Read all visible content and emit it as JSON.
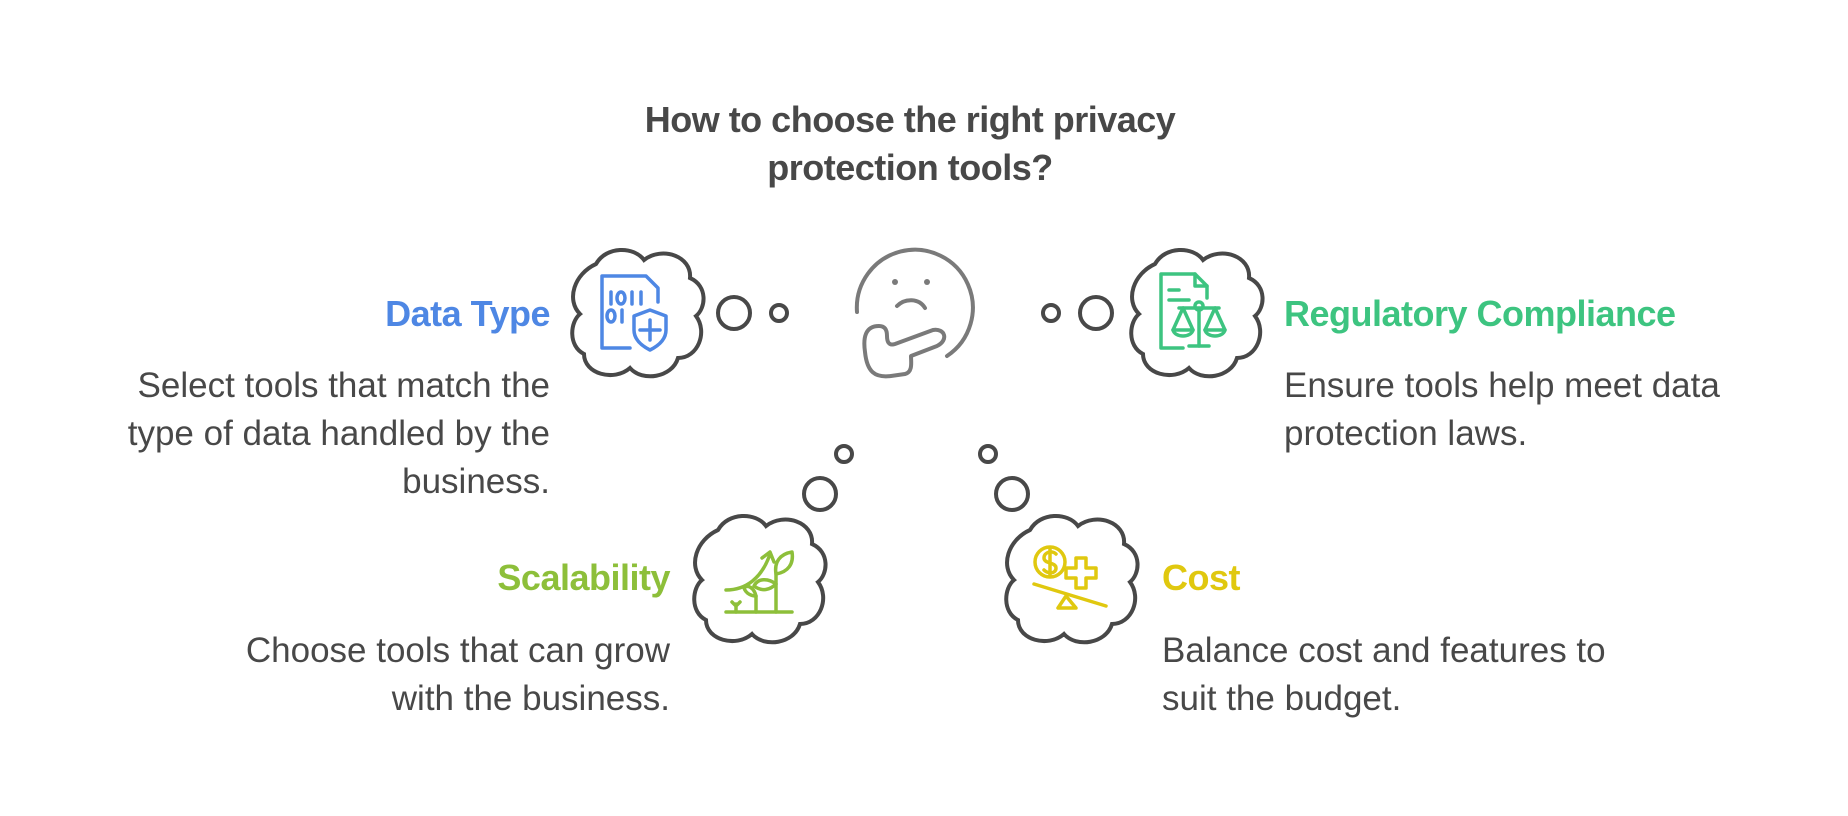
{
  "title": {
    "line1": "How to choose the right privacy",
    "line2": "protection tools?"
  },
  "center_icon": "thinking-face-icon",
  "items": [
    {
      "heading": "Data Type",
      "color": "#4E87E4",
      "icon": "binary-file-shield-icon",
      "description": [
        "Select tools that match the",
        "type of data handled by the",
        "business."
      ]
    },
    {
      "heading": "Regulatory Compliance",
      "color": "#3DC480",
      "icon": "document-scales-icon",
      "description": [
        "Ensure tools help meet data",
        "protection laws."
      ]
    },
    {
      "heading": "Scalability",
      "color": "#8DBF3A",
      "icon": "growing-plant-icon",
      "description": [
        "Choose tools that can grow",
        "with the business."
      ]
    },
    {
      "heading": "Cost",
      "color": "#E0C80F",
      "icon": "coin-seesaw-plus-icon",
      "description": [
        "Balance cost and features to",
        "suit the budget."
      ]
    }
  ],
  "colors": {
    "text": "#484848",
    "outline": "#484848",
    "face": "#7A7A7A"
  }
}
